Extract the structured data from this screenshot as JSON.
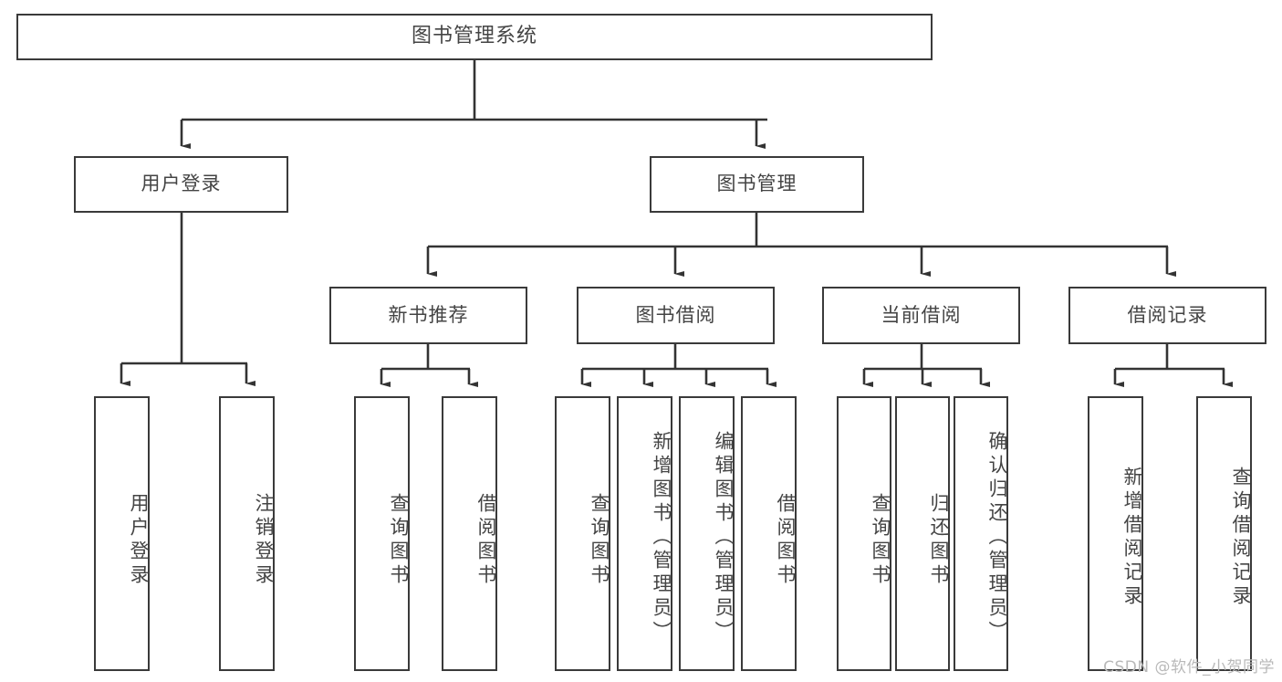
{
  "title": "图书管理系统",
  "watermark": "CSDN @软件_小贺同学",
  "colors": {
    "box_border": "#3a3a3a",
    "text": "#444444",
    "edge": "#333333",
    "background": "#ffffff",
    "watermark": "#b9b9b9"
  },
  "chart_data": {
    "type": "diagram",
    "diagram_kind": "tree-hierarchy",
    "orientation": "top-down",
    "title": "图书管理系统",
    "levels": 4,
    "nodes": [
      {
        "id": "root",
        "label": "图书管理系统",
        "level": 0,
        "parent": null
      },
      {
        "id": "n-user-login",
        "label": "用户登录",
        "level": 1,
        "parent": "root"
      },
      {
        "id": "n-book-manage",
        "label": "图书管理",
        "level": 1,
        "parent": "root"
      },
      {
        "id": "n-new-book-rec",
        "label": "新书推荐",
        "level": 2,
        "parent": "n-book-manage"
      },
      {
        "id": "n-book-borrow",
        "label": "图书借阅",
        "level": 2,
        "parent": "n-book-manage"
      },
      {
        "id": "n-current-borrow",
        "label": "当前借阅",
        "level": 2,
        "parent": "n-book-manage"
      },
      {
        "id": "n-borrow-record",
        "label": "借阅记录",
        "level": 2,
        "parent": "n-book-manage"
      },
      {
        "id": "l-user-login",
        "label": "用户登录",
        "level": 2,
        "parent": "n-user-login"
      },
      {
        "id": "l-logout-login",
        "label": "注销登录",
        "level": 2,
        "parent": "n-user-login"
      },
      {
        "id": "l-query-book-1",
        "label": "查询图书",
        "level": 3,
        "parent": "n-new-book-rec"
      },
      {
        "id": "l-borrow-book-1",
        "label": "借阅图书",
        "level": 3,
        "parent": "n-new-book-rec"
      },
      {
        "id": "l-query-book-2",
        "label": "查询图书",
        "level": 3,
        "parent": "n-book-borrow"
      },
      {
        "id": "l-add-book",
        "label": "新增图书（管理员）",
        "level": 3,
        "parent": "n-book-borrow"
      },
      {
        "id": "l-edit-book",
        "label": "编辑图书（管理员）",
        "level": 3,
        "parent": "n-book-borrow"
      },
      {
        "id": "l-borrow-book-2",
        "label": "借阅图书",
        "level": 3,
        "parent": "n-book-borrow"
      },
      {
        "id": "l-query-book-3",
        "label": "查询图书",
        "level": 3,
        "parent": "n-current-borrow"
      },
      {
        "id": "l-return-book",
        "label": "归还图书",
        "level": 3,
        "parent": "n-current-borrow"
      },
      {
        "id": "l-confirm-return",
        "label": "确认归还（管理员）",
        "level": 3,
        "parent": "n-current-borrow"
      },
      {
        "id": "l-add-record",
        "label": "新增借阅记录",
        "level": 3,
        "parent": "n-borrow-record"
      },
      {
        "id": "l-query-record",
        "label": "查询借阅记录",
        "level": 3,
        "parent": "n-borrow-record"
      }
    ],
    "edges": [
      {
        "from": "root",
        "to": "n-user-login"
      },
      {
        "from": "root",
        "to": "n-book-manage"
      },
      {
        "from": "n-user-login",
        "to": "l-user-login"
      },
      {
        "from": "n-user-login",
        "to": "l-logout-login"
      },
      {
        "from": "n-book-manage",
        "to": "n-new-book-rec"
      },
      {
        "from": "n-book-manage",
        "to": "n-book-borrow"
      },
      {
        "from": "n-book-manage",
        "to": "n-current-borrow"
      },
      {
        "from": "n-book-manage",
        "to": "n-borrow-record"
      },
      {
        "from": "n-new-book-rec",
        "to": "l-query-book-1"
      },
      {
        "from": "n-new-book-rec",
        "to": "l-borrow-book-1"
      },
      {
        "from": "n-book-borrow",
        "to": "l-query-book-2"
      },
      {
        "from": "n-book-borrow",
        "to": "l-add-book"
      },
      {
        "from": "n-book-borrow",
        "to": "l-edit-book"
      },
      {
        "from": "n-book-borrow",
        "to": "l-borrow-book-2"
      },
      {
        "from": "n-current-borrow",
        "to": "l-query-book-3"
      },
      {
        "from": "n-current-borrow",
        "to": "l-return-book"
      },
      {
        "from": "n-current-borrow",
        "to": "l-confirm-return"
      },
      {
        "from": "n-borrow-record",
        "to": "l-add-record"
      },
      {
        "from": "n-borrow-record",
        "to": "l-query-record"
      }
    ]
  }
}
